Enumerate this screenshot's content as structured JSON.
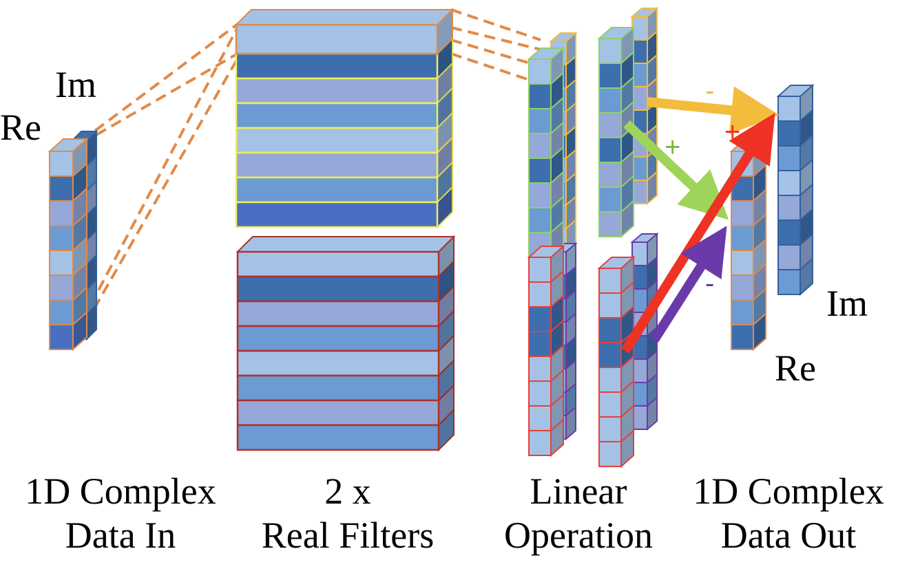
{
  "labels": {
    "input_re": "Re",
    "input_im": "Im",
    "output_re": "Re",
    "output_im": "Im"
  },
  "captions": {
    "input": {
      "line1": "1D Complex",
      "line2": "Data In"
    },
    "filters": {
      "line1": "2 x",
      "line2": "Real Filters"
    },
    "linear": {
      "line1": "Linear",
      "line2": "Operation"
    },
    "output": {
      "line1": "1D Complex",
      "line2": "Data Out"
    }
  },
  "signs": {
    "yellow": "-",
    "green": "+",
    "red": "+",
    "purple": "-"
  },
  "colors": {
    "blue_light": "#a4c2e6",
    "blue_dark": "#3d6fae",
    "blue_mid": "#6b9bd2",
    "blue_lav": "#95a8d8",
    "blue_royal": "#4a6fc2",
    "input_border": "#e08a4a",
    "dashed": "#e08a4a",
    "filter_top_border": "#f2ee58",
    "filter_bottom_border": "#b0302a",
    "linear_green": "#8fd06a",
    "linear_red": "#e6403a",
    "output_border": "#e08a4a",
    "output_im_border": "#34609c",
    "arrow_yellow": "#f4bc3c",
    "arrow_green": "#9ed45a",
    "arrow_red": "#ee3224",
    "arrow_purple": "#6a3aa8",
    "sign_green": "#7cb53a"
  }
}
